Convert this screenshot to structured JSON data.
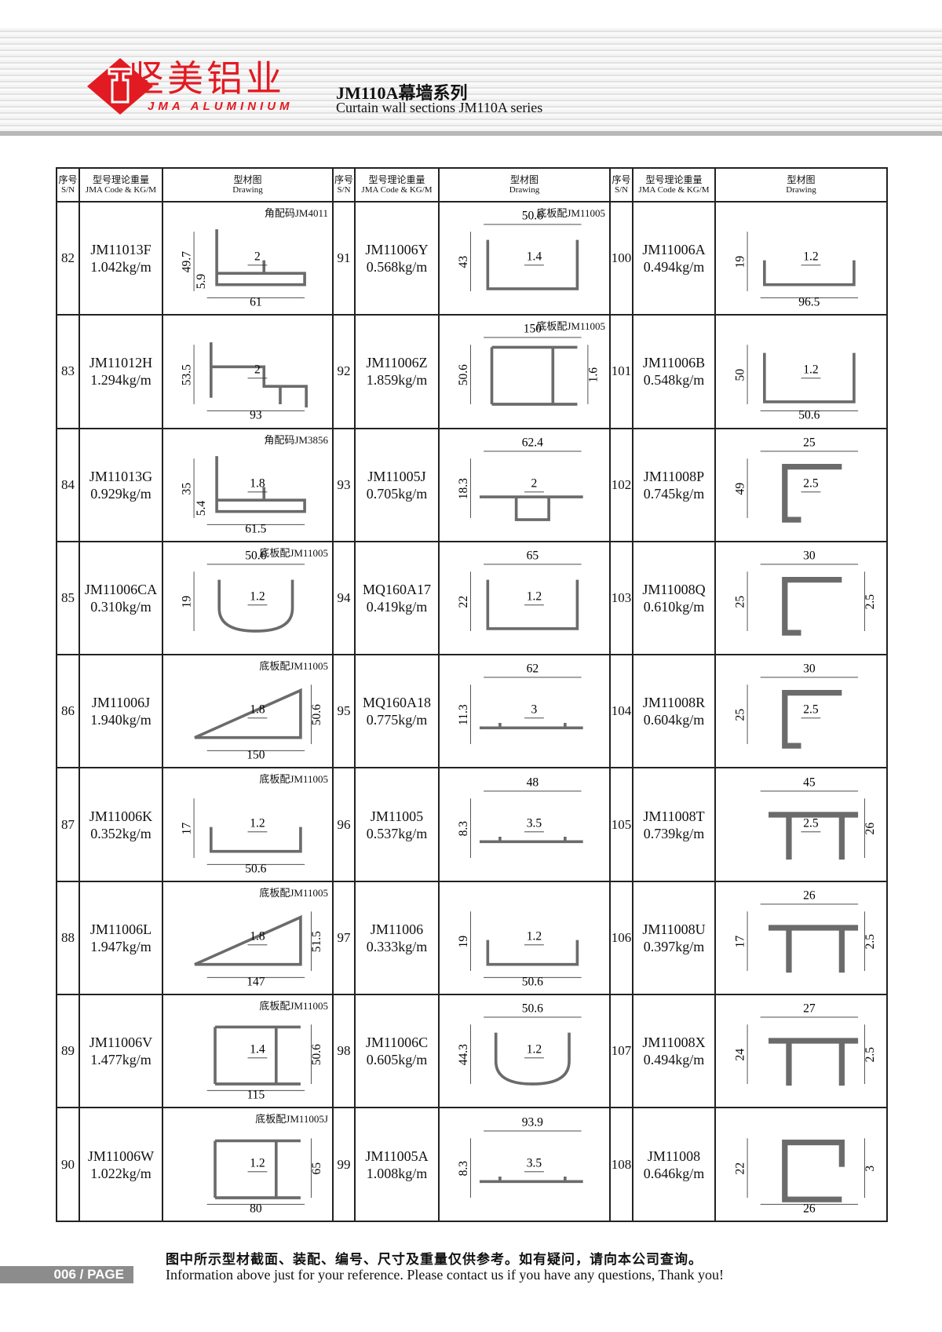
{
  "header": {
    "brand_cn": "坚美铝业",
    "brand_en": "JMA ALUMINIUM",
    "title": "JM110A幕墙系列",
    "subtitle": "Curtain wall sections JM110A series"
  },
  "columns": {
    "sn_cn": "序号",
    "sn_en": "S/N",
    "code_cn": "型号理论重量",
    "code_en": "JMA Code & KG/M",
    "drawing_cn": "型材图",
    "drawing_en": "Drawing"
  },
  "items": [
    {
      "sn": "82",
      "code": "JM11013F",
      "weight": "1.042kg/m",
      "note": "角配码JM4011",
      "dims": [
        "49.7",
        "5.9",
        "2",
        "61"
      ]
    },
    {
      "sn": "83",
      "code": "JM11012H",
      "weight": "1.294kg/m",
      "note": "",
      "dims": [
        "53.5",
        "2",
        "93"
      ]
    },
    {
      "sn": "84",
      "code": "JM11013G",
      "weight": "0.929kg/m",
      "note": "角配码JM3856",
      "dims": [
        "35",
        "5.4",
        "1.8",
        "61.5"
      ]
    },
    {
      "sn": "85",
      "code": "JM11006CA",
      "weight": "0.310kg/m",
      "note": "底板配JM11005",
      "dims": [
        "50.6",
        "19",
        "1.2"
      ]
    },
    {
      "sn": "86",
      "code": "JM11006J",
      "weight": "1.940kg/m",
      "note": "底板配JM11005",
      "dims": [
        "1.8",
        "50.6",
        "150"
      ]
    },
    {
      "sn": "87",
      "code": "JM11006K",
      "weight": "0.352kg/m",
      "note": "底板配JM11005",
      "dims": [
        "17",
        "1.2",
        "50.6"
      ]
    },
    {
      "sn": "88",
      "code": "JM11006L",
      "weight": "1.947kg/m",
      "note": "底板配JM11005",
      "dims": [
        "1.8",
        "51.5",
        "147"
      ]
    },
    {
      "sn": "89",
      "code": "JM11006V",
      "weight": "1.477kg/m",
      "note": "底板配JM11005",
      "dims": [
        "1.4",
        "50.6",
        "115"
      ]
    },
    {
      "sn": "90",
      "code": "JM11006W",
      "weight": "1.022kg/m",
      "note": "底板配JM11005J",
      "dims": [
        "1.2",
        "65",
        "80"
      ]
    },
    {
      "sn": "91",
      "code": "JM11006Y",
      "weight": "0.568kg/m",
      "note": "底板配JM11005",
      "dims": [
        "50.6",
        "43",
        "1.4"
      ]
    },
    {
      "sn": "92",
      "code": "JM11006Z",
      "weight": "1.859kg/m",
      "note": "底板配JM11005",
      "dims": [
        "150",
        "50.6",
        "1.6"
      ]
    },
    {
      "sn": "93",
      "code": "JM11005J",
      "weight": "0.705kg/m",
      "note": "",
      "dims": [
        "62.4",
        "2",
        "18.3"
      ]
    },
    {
      "sn": "94",
      "code": "MQ160A17",
      "weight": "0.419kg/m",
      "note": "",
      "dims": [
        "65",
        "22",
        "1.2"
      ]
    },
    {
      "sn": "95",
      "code": "MQ160A18",
      "weight": "0.775kg/m",
      "note": "",
      "dims": [
        "11.3",
        "62",
        "3"
      ]
    },
    {
      "sn": "96",
      "code": "JM11005",
      "weight": "0.537kg/m",
      "note": "",
      "dims": [
        "48",
        "3.5",
        "8.3"
      ]
    },
    {
      "sn": "97",
      "code": "JM11006",
      "weight": "0.333kg/m",
      "note": "",
      "dims": [
        "19",
        "1.2",
        "50.6"
      ]
    },
    {
      "sn": "98",
      "code": "JM11006C",
      "weight": "0.605kg/m",
      "note": "",
      "dims": [
        "50.6",
        "1.2",
        "44.3"
      ]
    },
    {
      "sn": "99",
      "code": "JM11005A",
      "weight": "1.008kg/m",
      "note": "",
      "dims": [
        "93.9",
        "8.3",
        "3.5"
      ]
    },
    {
      "sn": "100",
      "code": "JM11006A",
      "weight": "0.494kg/m",
      "note": "",
      "dims": [
        "19",
        "1.2",
        "96.5"
      ]
    },
    {
      "sn": "101",
      "code": "JM11006B",
      "weight": "0.548kg/m",
      "note": "",
      "dims": [
        "50",
        "1.2",
        "50.6"
      ]
    },
    {
      "sn": "102",
      "code": "JM11008P",
      "weight": "0.745kg/m",
      "note": "",
      "dims": [
        "25",
        "49",
        "2.5"
      ]
    },
    {
      "sn": "103",
      "code": "JM11008Q",
      "weight": "0.610kg/m",
      "note": "",
      "dims": [
        "30",
        "25",
        "2.5"
      ]
    },
    {
      "sn": "104",
      "code": "JM11008R",
      "weight": "0.604kg/m",
      "note": "",
      "dims": [
        "30",
        "25",
        "2.5"
      ]
    },
    {
      "sn": "105",
      "code": "JM11008T",
      "weight": "0.739kg/m",
      "note": "",
      "dims": [
        "45",
        "2.5",
        "26"
      ]
    },
    {
      "sn": "106",
      "code": "JM11008U",
      "weight": "0.397kg/m",
      "note": "",
      "dims": [
        "26",
        "17",
        "2.5"
      ]
    },
    {
      "sn": "107",
      "code": "JM11008X",
      "weight": "0.494kg/m",
      "note": "",
      "dims": [
        "27",
        "24",
        "2.5"
      ]
    },
    {
      "sn": "108",
      "code": "JM11008",
      "weight": "0.646kg/m",
      "note": "",
      "dims": [
        "22",
        "3",
        "26"
      ]
    }
  ],
  "footer": {
    "page": "006 / PAGE",
    "note_cn": "图中所示型材截面、装配、编号、尺寸及重量仅供参考。如有疑问，请向本公司查询。",
    "note_en": "Information above just for your reference. Please contact us if you have any questions, Thank you!"
  },
  "colors": {
    "brand": "#e21a22",
    "profile": "#6b6b6b"
  }
}
